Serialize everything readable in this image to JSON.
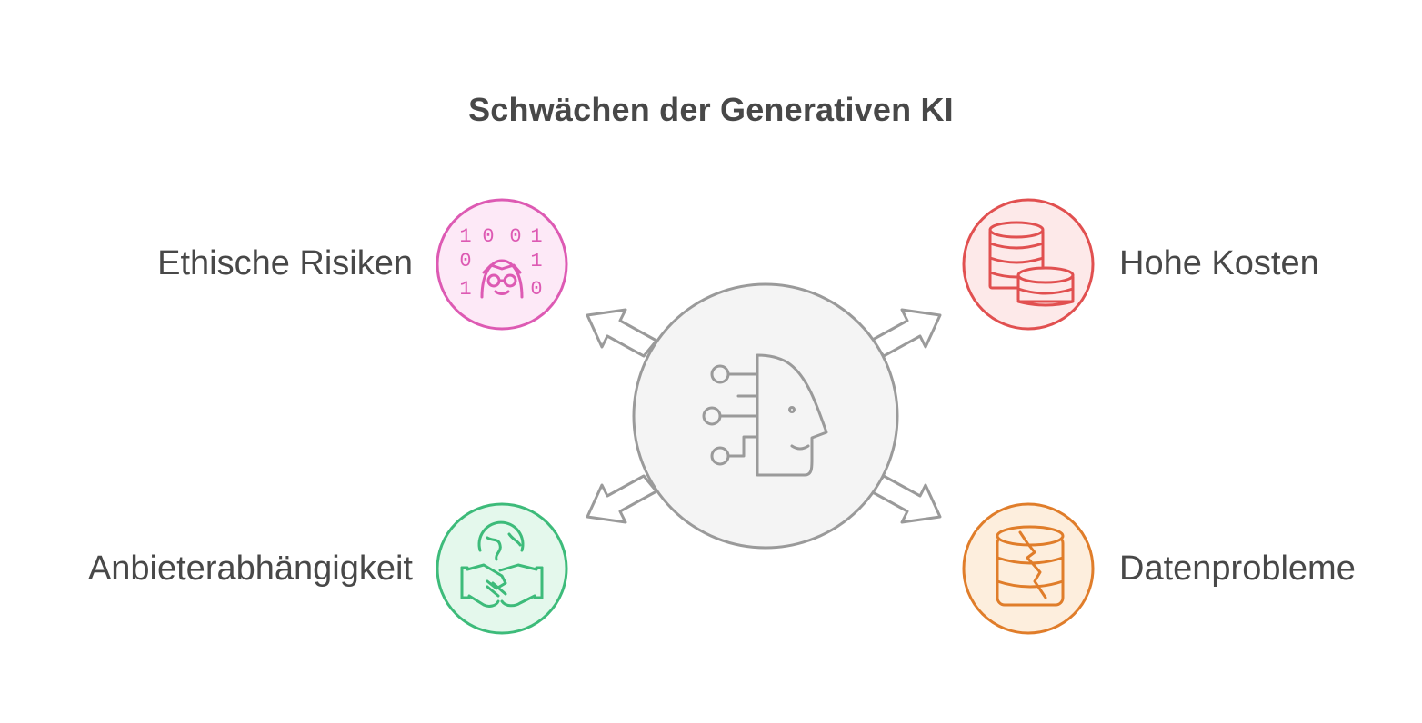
{
  "title": "Schwächen der Generativen KI",
  "center": {
    "icon": "ai-head-circuit-icon",
    "stroke": "#9a9a9a",
    "fill": "#f4f4f4"
  },
  "items": [
    {
      "label": "Ethische Risiken",
      "icon": "binary-person-icon",
      "color": "#dd5ab3",
      "fill": "#fde9f7"
    },
    {
      "label": "Hohe Kosten",
      "icon": "coin-stacks-icon",
      "color": "#e15050",
      "fill": "#fde9e9"
    },
    {
      "label": "Anbieterabhängigkeit",
      "icon": "globe-handshake-icon",
      "color": "#3dbb7a",
      "fill": "#e4f8ec"
    },
    {
      "label": "Datenprobleme",
      "icon": "broken-database-icon",
      "color": "#e07d2a",
      "fill": "#fdeedd"
    }
  ],
  "binary_digits": [
    "1",
    "0",
    "0",
    "1",
    "0",
    "1",
    "1",
    "0"
  ]
}
